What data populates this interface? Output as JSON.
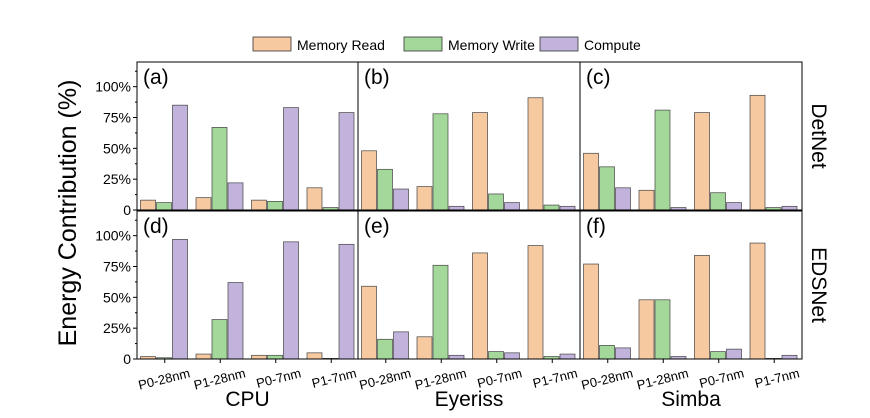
{
  "ylabel": "Energy Contribution (%)",
  "legend": [
    {
      "name": "Memory Read",
      "color": "#f7c9a0"
    },
    {
      "name": "Memory Write",
      "color": "#a4d89a"
    },
    {
      "name": "Compute",
      "color": "#c2b3dd"
    }
  ],
  "columns": [
    "CPU",
    "Eyeriss",
    "Simba"
  ],
  "rows": [
    "DetNet",
    "EDSNet"
  ],
  "yticks": [
    "0",
    "25%",
    "50%",
    "75%",
    "100%"
  ],
  "chart_data": {
    "type": "bar",
    "ylabel": "Energy Contribution (%)",
    "ylim": [
      0,
      120
    ],
    "grid": false,
    "legend_position": "top-center",
    "categories": [
      "P0-28nm",
      "P1-28nm",
      "P0-7nm",
      "P1-7nm"
    ],
    "series_names": [
      "Memory Read",
      "Memory Write",
      "Compute"
    ],
    "panels": [
      {
        "label": "(a)",
        "row": "DetNet",
        "column": "CPU",
        "values": [
          [
            8,
            6,
            85
          ],
          [
            10,
            67,
            22
          ],
          [
            8,
            7,
            83
          ],
          [
            18,
            2,
            79
          ]
        ]
      },
      {
        "label": "(b)",
        "row": "DetNet",
        "column": "Eyeriss",
        "values": [
          [
            48,
            33,
            17
          ],
          [
            19,
            78,
            3
          ],
          [
            79,
            13,
            6
          ],
          [
            91,
            4,
            3
          ]
        ]
      },
      {
        "label": "(c)",
        "row": "DetNet",
        "column": "Simba",
        "values": [
          [
            46,
            35,
            18
          ],
          [
            16,
            81,
            2
          ],
          [
            79,
            14,
            6
          ],
          [
            93,
            2,
            3
          ]
        ]
      },
      {
        "label": "(d)",
        "row": "EDSNet",
        "column": "CPU",
        "values": [
          [
            2,
            1,
            97
          ],
          [
            4,
            32,
            62
          ],
          [
            3,
            3,
            95
          ],
          [
            5,
            0.5,
            93
          ]
        ]
      },
      {
        "label": "(e)",
        "row": "EDSNet",
        "column": "Eyeriss",
        "values": [
          [
            59,
            16,
            22
          ],
          [
            18,
            76,
            3
          ],
          [
            86,
            6,
            5
          ],
          [
            92,
            2,
            4
          ]
        ]
      },
      {
        "label": "(f)",
        "row": "EDSNet",
        "column": "Simba",
        "values": [
          [
            77,
            11,
            9
          ],
          [
            48,
            48,
            2
          ],
          [
            84,
            6,
            8
          ],
          [
            94,
            0.5,
            3
          ]
        ]
      }
    ]
  }
}
